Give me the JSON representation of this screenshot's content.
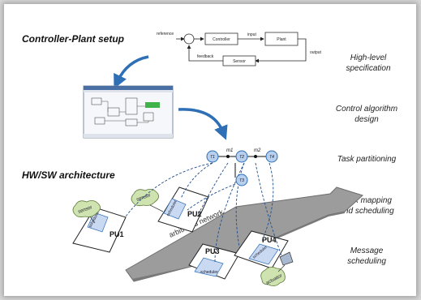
{
  "headings": {
    "controller_plant": "Controller-Plant setup",
    "hwsw": "HW/SW architecture"
  },
  "steps": {
    "high_level_1": "High-level",
    "high_level_2": "specification",
    "control_design_1": "Control algorithm",
    "control_design_2": "design",
    "task_partitioning": "Task partitioning",
    "task_mapping_1": "Task mapping",
    "task_mapping_2": "and scheduling",
    "message_1": "Message",
    "message_2": "scheduling"
  },
  "block_diagram": {
    "reference": "reference",
    "controller": "Controller",
    "input": "input",
    "plant": "Plant",
    "output": "output",
    "feedback": "feedback",
    "sensor": "Sensor"
  },
  "tasks": {
    "t1": "T1",
    "t2": "T2",
    "t3": "T3",
    "t4": "T4",
    "m1": "m1",
    "m2": "m2"
  },
  "architecture": {
    "pu1": "PU1",
    "pu2": "PU2",
    "pu3": "PU3",
    "pu4": "PU4",
    "scheduler": "scheduler",
    "network": "arbitrated network",
    "sensor1": "sensor",
    "sensor2": "sensor",
    "actuator": "actuator"
  },
  "colors": {
    "accent_blue": "#2e6fb5",
    "task_fill": "#b8cfee",
    "scheduler_fill": "#c9d9f2",
    "network_gray": "#9c9c9c",
    "sensor_green": "#cfe3b0"
  }
}
